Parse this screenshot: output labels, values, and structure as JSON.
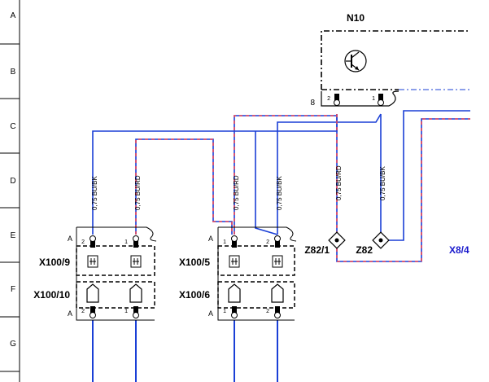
{
  "row_markers": [
    "A",
    "B",
    "C",
    "D",
    "E",
    "F",
    "G"
  ],
  "components": {
    "control_unit": {
      "label": "N10",
      "pin_label": "8",
      "pins": [
        "2",
        "1"
      ]
    },
    "splices": [
      {
        "label": "Z82/1"
      },
      {
        "label": "Z82"
      }
    ],
    "reference": {
      "label": "X8/4"
    }
  },
  "connectors": [
    {
      "upper_label": "X100/9",
      "lower_label": "X100/10",
      "pin_letter_top": "A",
      "pin_letter_bottom": "A",
      "pins_top": [
        "2",
        "1"
      ],
      "pins_bottom": [
        "2",
        "1"
      ]
    },
    {
      "upper_label": "X100/5",
      "lower_label": "X100/6",
      "pin_letter_top": "A",
      "pin_letter_bottom": "A",
      "pins_top": [
        "1",
        "2"
      ],
      "pins_bottom": [
        "1",
        "2"
      ]
    }
  ],
  "wires": [
    {
      "label": "0,75 BU/BK"
    },
    {
      "label": "0,75 BU/RD"
    },
    {
      "label": "0,75 BU/RD"
    },
    {
      "label": "0,75 BU/BK"
    },
    {
      "label": "0,75 BU/RD"
    },
    {
      "label": "0,75 BU/BK"
    }
  ],
  "colors": {
    "wire_blue": "#1a3fd6",
    "wire_red": "#e8475a",
    "line_black": "#000000",
    "ref_blue": "#1a1acc"
  }
}
